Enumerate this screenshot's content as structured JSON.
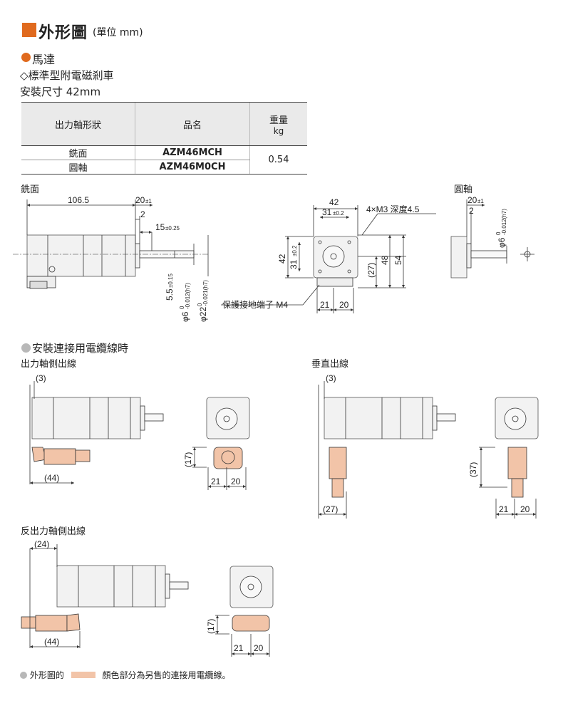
{
  "colors": {
    "accent": "#e06a1e",
    "cable": "#f2c4a8",
    "bullet_gray": "#b8b8b8"
  },
  "header": {
    "title": "外形圖",
    "unit": "(單位 mm)"
  },
  "section_motor": {
    "title": "馬達",
    "subtitle": "◇標準型附電磁剎車",
    "mount_size": "安裝尺寸 42mm"
  },
  "spec_table": {
    "headers": [
      "出力軸形狀",
      "品名",
      "重量"
    ],
    "weight_unit": "kg",
    "rows": [
      {
        "shaft": "銑面",
        "model": "AZM46MCH"
      },
      {
        "shaft": "圓軸",
        "model": "AZM46M0CH"
      }
    ],
    "weight": "0.54"
  },
  "view_labels": {
    "flat": "銑面",
    "round": "圓軸"
  },
  "dims_top": {
    "len": "106.5",
    "d20": "20",
    "tol20": "±1",
    "d2": "2",
    "d15": "15",
    "tol15": "±0.25",
    "d42": "42",
    "d31": "31",
    "tol31": "±0.2",
    "holes": "4×M3 深度4.5",
    "d42v": "42",
    "d31v": "31",
    "tol31v": "±0.2",
    "d27": "(27)",
    "d48": "48",
    "d54": "54",
    "d21": "21",
    "d20b": "20",
    "ground": "保護接地端子 M4",
    "d55": "5.5",
    "tol55": "±0.15",
    "phi6": "φ6",
    "phi6tol": "-0.012(h7)",
    "phi6tolTop": "0",
    "phi22": "φ22",
    "phi22tol": "-0.021(h7)",
    "phi22tolTop": "0",
    "r20": "20",
    "r20tol": "±1",
    "r2": "2",
    "rphi6": "φ6",
    "rphi6tol": "-0.012(h7)",
    "rphi6tolTop": "0"
  },
  "section_cable": {
    "title": "安裝連接用電纜線時"
  },
  "cable_views": {
    "out_side": "出力軸側出線",
    "vertical": "垂直出線",
    "reverse": "反出力軸側出線",
    "a3": "(3)",
    "a44": "(44)",
    "a17": "(17)",
    "a21": "21",
    "a20": "20",
    "b3": "(3)",
    "b27": "(27)",
    "b37": "(37)",
    "b21": "21",
    "b20": "20",
    "c24": "(24)",
    "c44": "(44)",
    "c17": "(17)",
    "c21": "21",
    "c20": "20"
  },
  "footnote": {
    "prefix": "外形圖的",
    "suffix": "顏色部分為另售的連接用電纜線。"
  }
}
